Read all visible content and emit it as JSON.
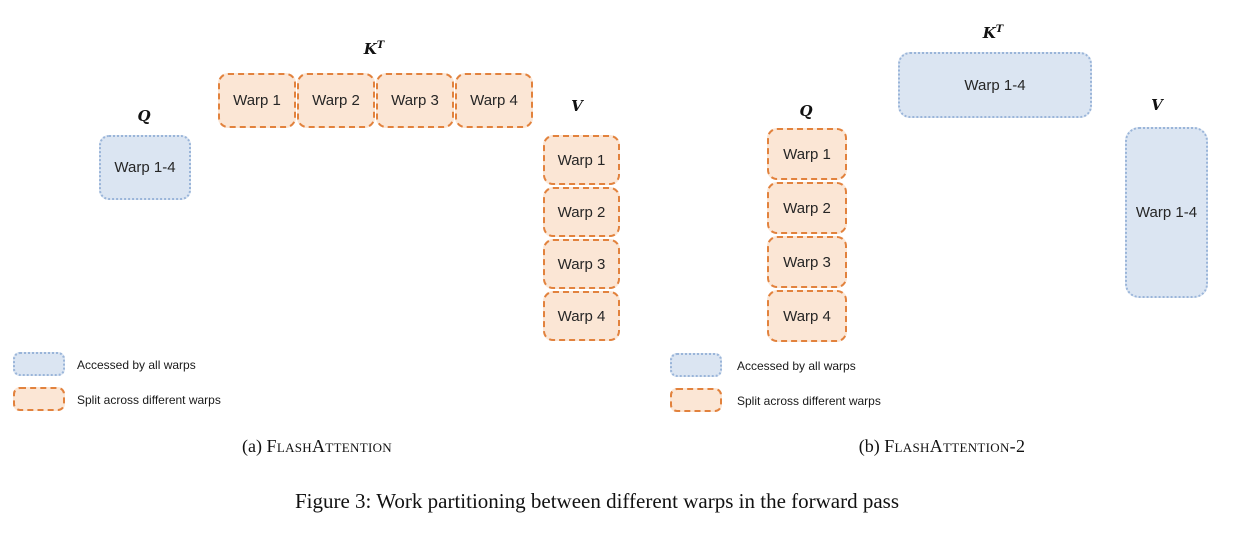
{
  "figure": {
    "caption": "Figure 3: Work partitioning between different warps in the forward pass"
  },
  "legend": {
    "all_warps": "Accessed by all warps",
    "split_warps": "Split across different warps"
  },
  "colors": {
    "shared_fill": "#dbe5f2",
    "shared_border": "#9ab5d9",
    "split_fill": "#fbe6d5",
    "split_border": "#e2823d"
  },
  "panels": [
    {
      "caption_prefix": "(a)",
      "caption_name": "FlashAttention",
      "q": {
        "label": "Q",
        "type": "shared",
        "boxes": [
          "Warp 1-4"
        ]
      },
      "kt": {
        "label_base": "K",
        "label_sup": "T",
        "type": "split",
        "orientation": "row",
        "boxes": [
          "Warp 1",
          "Warp 2",
          "Warp 3",
          "Warp 4"
        ]
      },
      "v": {
        "label": "V",
        "type": "split",
        "orientation": "column",
        "boxes": [
          "Warp 1",
          "Warp 2",
          "Warp 3",
          "Warp 4"
        ]
      }
    },
    {
      "caption_prefix": "(b)",
      "caption_name": "FlashAttention-2",
      "q": {
        "label": "Q",
        "type": "split",
        "orientation": "column",
        "boxes": [
          "Warp 1",
          "Warp 2",
          "Warp 3",
          "Warp 4"
        ]
      },
      "kt": {
        "label_base": "K",
        "label_sup": "T",
        "type": "shared",
        "boxes": [
          "Warp 1-4"
        ]
      },
      "v": {
        "label": "V",
        "type": "shared",
        "boxes": [
          "Warp 1-4"
        ]
      }
    }
  ]
}
